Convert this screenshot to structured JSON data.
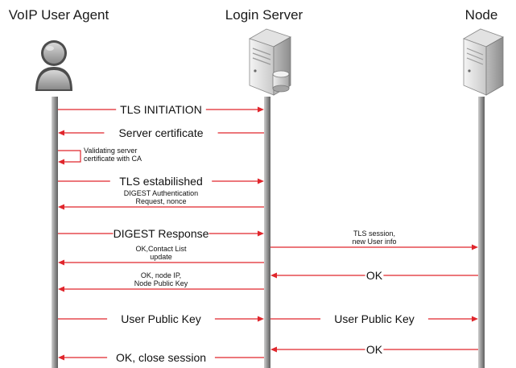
{
  "actors": {
    "agent": {
      "label": "VoIP User Agent",
      "icon": "person-icon"
    },
    "login": {
      "label": "Login Server",
      "icon": "server-database-icon"
    },
    "node": {
      "label": "Node",
      "icon": "server-icon"
    }
  },
  "colors": {
    "arrow": "#e0262c",
    "text": "#111111"
  },
  "messages": [
    {
      "id": "tls-initiation",
      "from": "agent",
      "to": "login",
      "lines": [
        "TLS INITIATION"
      ],
      "size": "big"
    },
    {
      "id": "server-certificate",
      "from": "login",
      "to": "agent",
      "lines": [
        "Server certificate"
      ],
      "size": "big"
    },
    {
      "id": "validating-server-certificate",
      "from": "agent",
      "to": "agent",
      "lines": [
        "Validating server",
        "certificate with CA"
      ],
      "size": "small"
    },
    {
      "id": "tls-established",
      "from": "agent",
      "to": "login",
      "lines": [
        "TLS estabilished"
      ],
      "size": "big"
    },
    {
      "id": "digest-authentication-request",
      "from": "login",
      "to": "agent",
      "lines": [
        "DIGEST Authentication",
        "Request, nonce"
      ],
      "size": "small"
    },
    {
      "id": "digest-response",
      "from": "agent",
      "to": "login",
      "lines": [
        "DIGEST Response"
      ],
      "size": "big"
    },
    {
      "id": "tls-session-new-user-info",
      "from": "login",
      "to": "node",
      "lines": [
        "TLS session,",
        "new User info"
      ],
      "size": "small"
    },
    {
      "id": "ok-contact-list-update",
      "from": "login",
      "to": "agent",
      "lines": [
        "OK,Contact List",
        "update"
      ],
      "size": "small"
    },
    {
      "id": "ok-node",
      "from": "node",
      "to": "login",
      "lines": [
        "OK"
      ],
      "size": "big"
    },
    {
      "id": "ok-node-ip-public-key",
      "from": "login",
      "to": "agent",
      "lines": [
        "OK, node IP,",
        "Node Public Key"
      ],
      "size": "small"
    },
    {
      "id": "user-public-key-to-login",
      "from": "agent",
      "to": "login",
      "lines": [
        "User   Public Key"
      ],
      "size": "big"
    },
    {
      "id": "user-public-key-to-node",
      "from": "login",
      "to": "node",
      "lines": [
        "User   Public Key"
      ],
      "size": "big"
    },
    {
      "id": "ok-node-final",
      "from": "node",
      "to": "login",
      "lines": [
        "OK"
      ],
      "size": "big"
    },
    {
      "id": "ok-close-session",
      "from": "login",
      "to": "agent",
      "lines": [
        "OK, close session"
      ],
      "size": "big"
    }
  ]
}
